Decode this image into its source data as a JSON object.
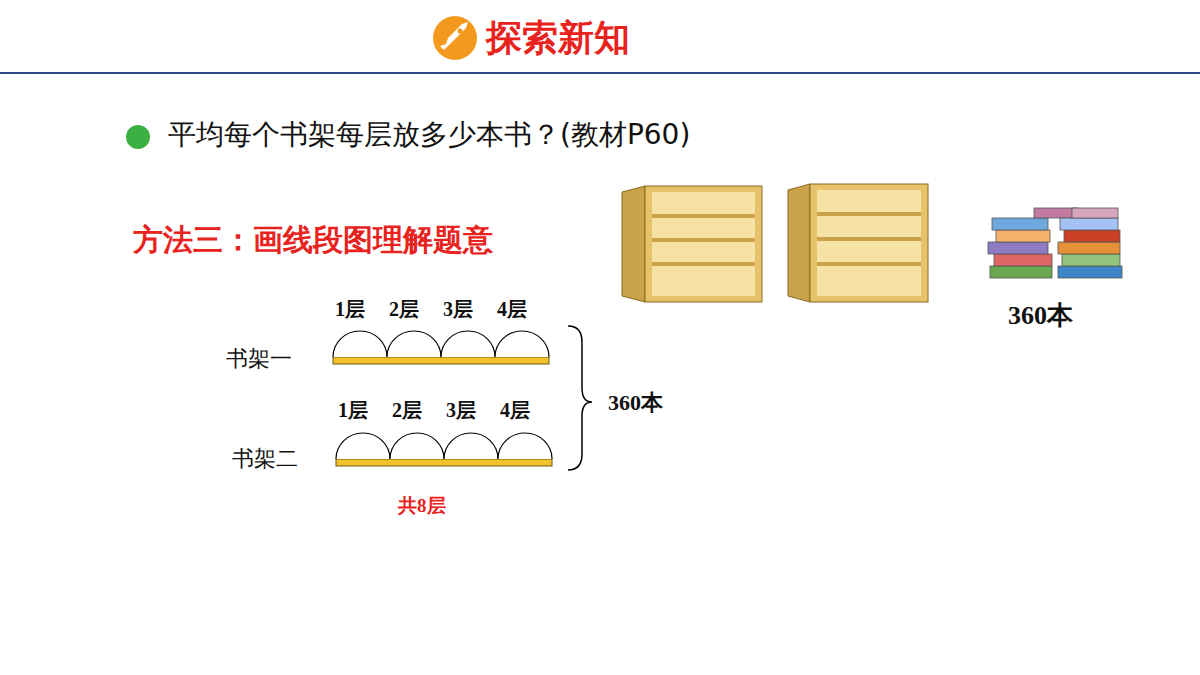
{
  "diagram": {
    "title": "探索新知",
    "labels": [
      "平均每个书架每层放多少本书？(教材P60)",
      "方法三：画线段图理解题意",
      "360本",
      "1层",
      "2层",
      "3层",
      "4层",
      "书架一",
      "1层",
      "2层",
      "3层",
      "4层",
      "书架二",
      "360本",
      "共8层"
    ]
  }
}
